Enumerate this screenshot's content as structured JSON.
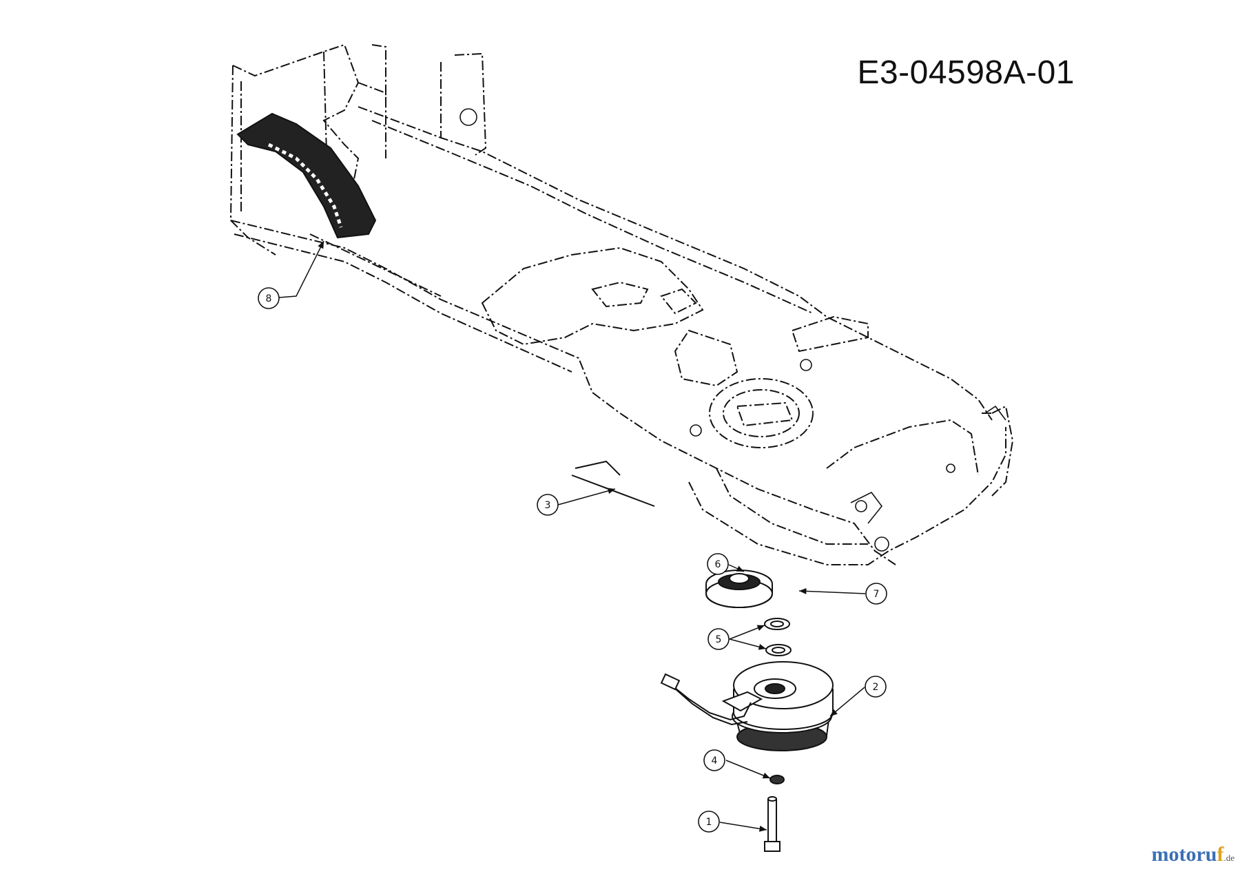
{
  "drawing": {
    "part_code": "E3-04598A-01"
  },
  "callouts": [
    {
      "id": "callout-8",
      "number": "8"
    },
    {
      "id": "callout-3",
      "number": "3"
    },
    {
      "id": "callout-6",
      "number": "6"
    },
    {
      "id": "callout-7",
      "number": "7"
    },
    {
      "id": "callout-5",
      "number": "5"
    },
    {
      "id": "callout-2",
      "number": "2"
    },
    {
      "id": "callout-4",
      "number": "4"
    },
    {
      "id": "callout-1",
      "number": "1"
    }
  ],
  "watermark": {
    "main": "motoru",
    "accent": "f",
    "tld": ".de"
  }
}
